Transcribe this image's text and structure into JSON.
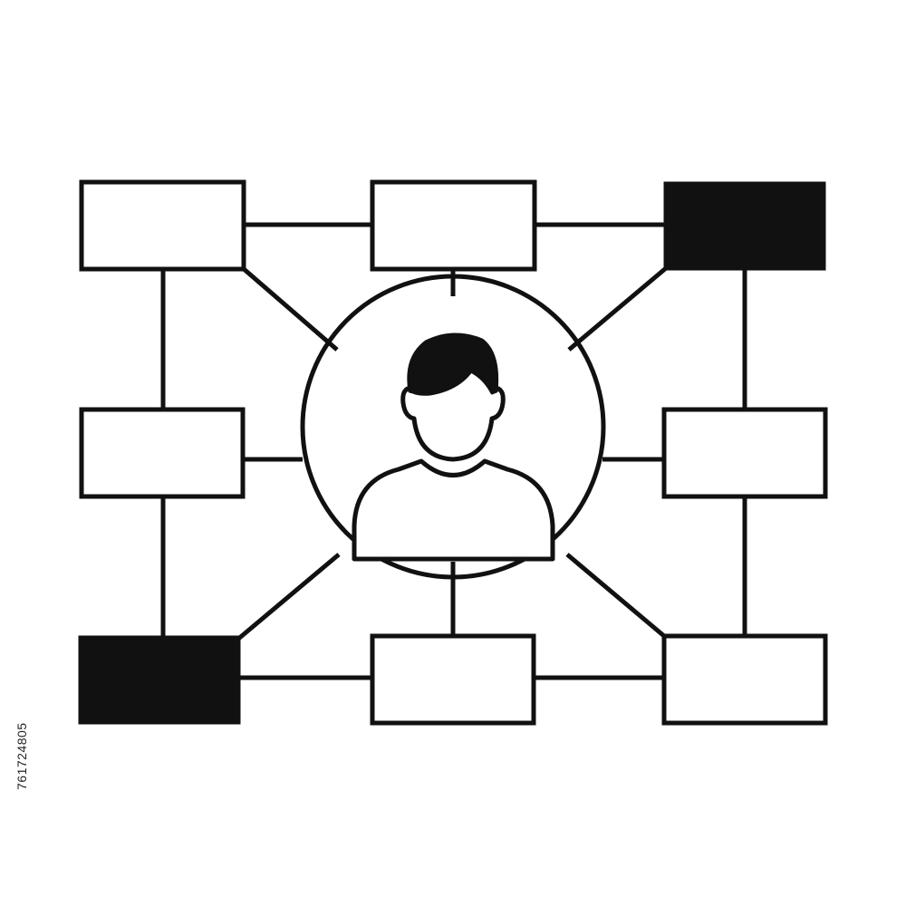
{
  "colors": {
    "stroke": "#111111",
    "fill_dark": "#111111",
    "background": "#ffffff"
  },
  "icons": [
    "person-icon"
  ],
  "nodes": [
    {
      "id": "top-left",
      "filled": false
    },
    {
      "id": "top-center",
      "filled": false
    },
    {
      "id": "top-right",
      "filled": true
    },
    {
      "id": "middle-left",
      "filled": false
    },
    {
      "id": "middle-right",
      "filled": false
    },
    {
      "id": "bottom-left",
      "filled": true
    },
    {
      "id": "bottom-center",
      "filled": false
    },
    {
      "id": "bottom-right",
      "filled": false
    }
  ],
  "center": {
    "icon": "person-icon"
  },
  "watermark_id": "761724805"
}
